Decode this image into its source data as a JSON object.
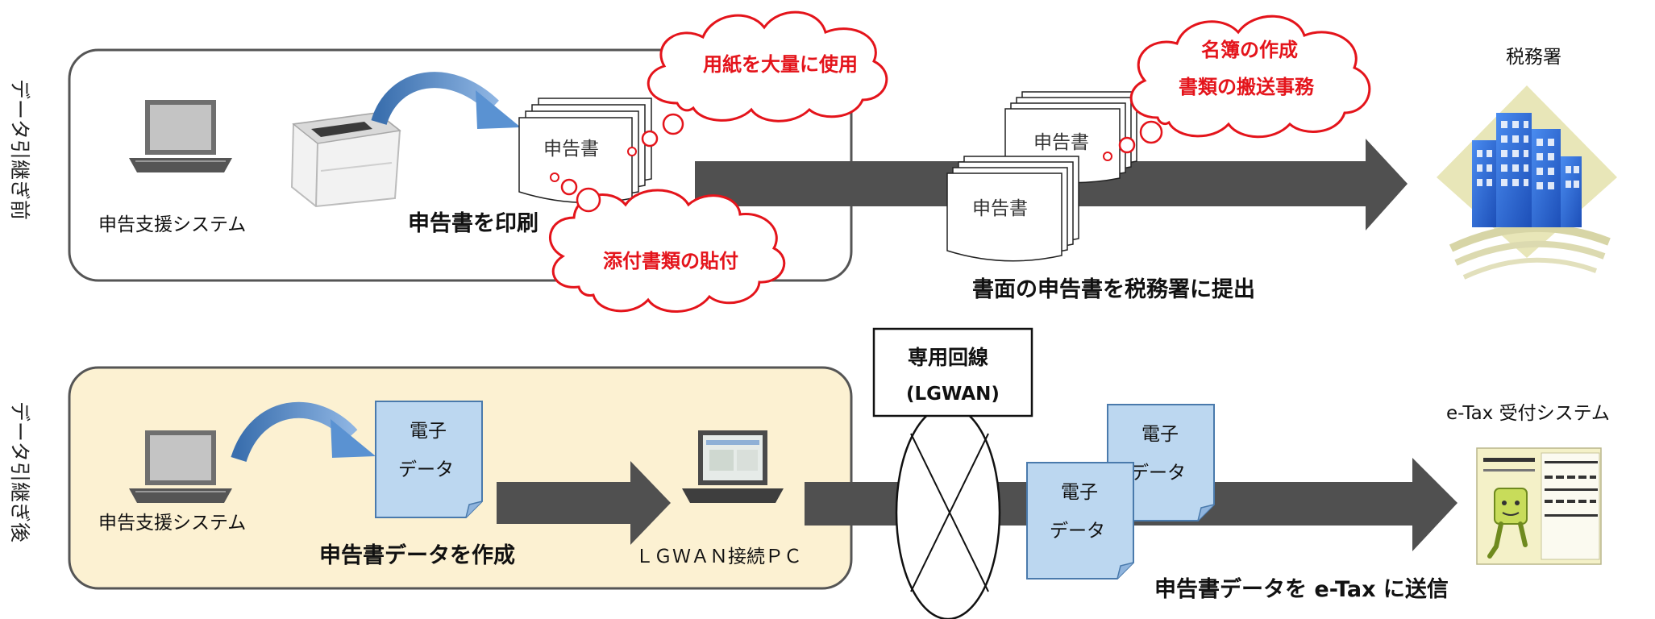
{
  "before": {
    "side_label": "データ引継ぎ前",
    "laptop_label": "申告支援システム",
    "print_label": "申告書を印刷",
    "doc_label": "申告書",
    "cloud_paper": "用紙を大量に使用",
    "cloud_attach": "添付書類の貼付",
    "cloud_roster_1": "名簿の作成",
    "cloud_roster_2": "書類の搬送事務",
    "stack_doc_back": "申告書",
    "stack_doc_front": "申告書",
    "submit_label": "書面の申告書を税務署に提出",
    "office_label": "税務署"
  },
  "after": {
    "side_label": "データ引継ぎ後",
    "laptop_label": "申告支援システム",
    "doc_line1": "電子",
    "doc_line2": "データ",
    "create_label": "申告書データを作成",
    "lgwan_pc_label": "ＬＧＷＡＮ接続ＰＣ",
    "line_label_1": "専用回線",
    "line_label_2": "(LGWAN)",
    "edoc_back_1": "電子",
    "edoc_back_2": "データ",
    "edoc_front_1": "電子",
    "edoc_front_2": "データ",
    "send_label": "申告書データを e-Tax に送信",
    "etax_label": "e-Tax 受付システム"
  },
  "colors": {
    "arrow": "#505050",
    "cloud_border": "#e4141b",
    "cloud_text": "#e4141b",
    "after_panel": "#fcf1d2",
    "edoc_fill": "#bcd7f0",
    "curve_arrow": "#4f86c6",
    "building": "#2f6fd6"
  }
}
